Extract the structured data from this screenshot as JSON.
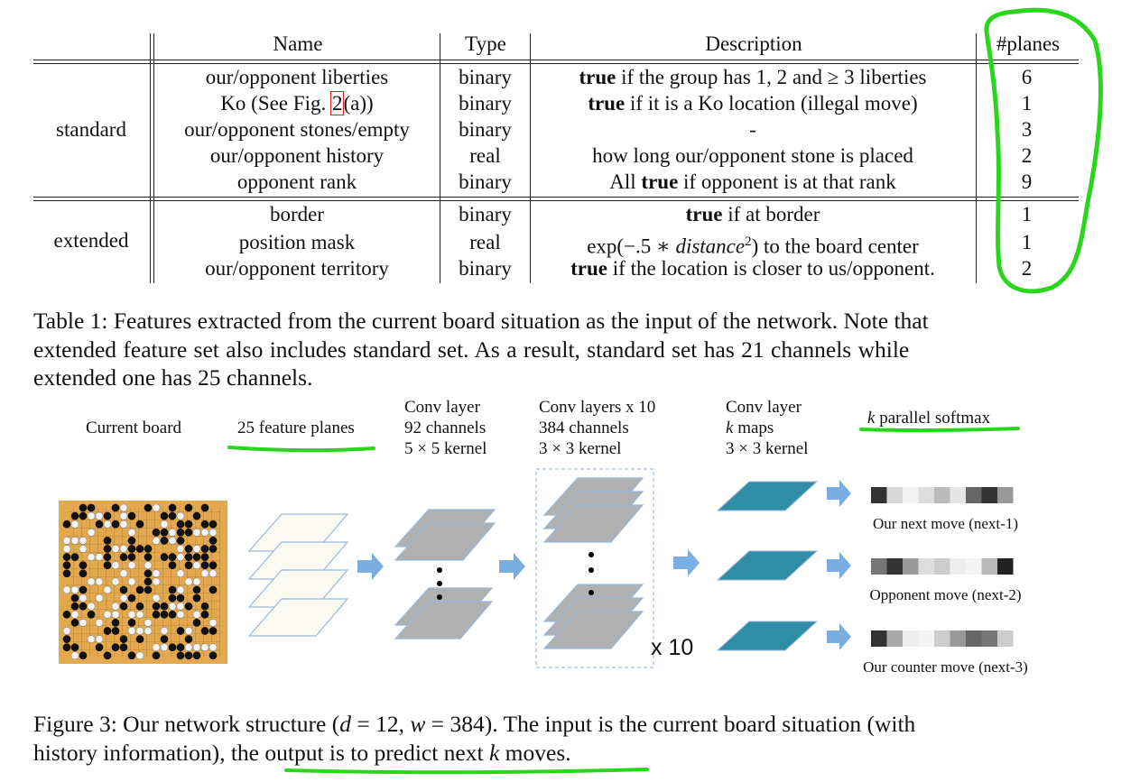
{
  "table": {
    "headers": {
      "name": "Name",
      "type": "Type",
      "description": "Description",
      "planes": "#planes"
    },
    "groups": {
      "standard": "standard",
      "extended": "extended"
    },
    "rows": [
      {
        "name": "our/opponent liberties",
        "type": "binary",
        "desc_bold": "true",
        "desc_rest": " if the group has 1, 2 and ≥ 3 liberties",
        "planes": "6"
      },
      {
        "name_pre": "Ko (See Fig. ",
        "name_ref": "2",
        "name_post": "(a))",
        "type": "binary",
        "desc_bold": "true",
        "desc_rest": " if it is a Ko location (illegal move)",
        "planes": "1"
      },
      {
        "name": "our/opponent stones/empty",
        "type": "binary",
        "desc": "-",
        "planes": "3"
      },
      {
        "name": "our/opponent history",
        "type": "real",
        "desc": "how long our/opponent stone is placed",
        "planes": "2"
      },
      {
        "name": "opponent rank",
        "type": "binary",
        "desc_pre": "All ",
        "desc_bold": "true",
        "desc_rest": " if opponent is at that rank",
        "planes": "9"
      },
      {
        "name": "border",
        "type": "binary",
        "desc_bold": "true",
        "desc_rest": " if at border",
        "planes": "1"
      },
      {
        "name": "position mask",
        "type": "real",
        "desc_math_a": "exp(−.5 ∗ ",
        "desc_math_b": "distance",
        "desc_math_c": "2",
        "desc_rest": ") to the board center",
        "planes": "1"
      },
      {
        "name": "our/opponent territory",
        "type": "binary",
        "desc_bold": "true",
        "desc_rest": " if the location is closer to us/opponent.",
        "planes": "2"
      }
    ]
  },
  "table_caption": {
    "line1": "Table 1: Features extracted from the current board situation as the input of the network. Note that",
    "line2": "extended feature set also includes standard set.  As a result, standard set has 21 channels while",
    "line3": "extended one has 25 channels."
  },
  "figure": {
    "labels": {
      "current_board": "Current board",
      "feature_planes": "25 feature planes",
      "conv1_title": "Conv layer",
      "conv1_channels": "92 channels",
      "conv1_kernel": "5 × 5 kernel",
      "conv10_title": "Conv layers x 10",
      "conv10_channels": "384 channels",
      "conv10_kernel": "3 × 3 kernel",
      "convk_title": "Conv layer",
      "convk_k": "k",
      "convk_maps": " maps",
      "convk_kernel": "3 × 3 kernel",
      "softmax_k": "k",
      "softmax_rest": " parallel softmax",
      "x10": "x 10"
    },
    "outputs": [
      {
        "label": "Our next move (next-1)"
      },
      {
        "label": "Opponent move (next-2)"
      },
      {
        "label": "Our counter move (next-3)"
      }
    ],
    "colors": {
      "plane_fill_light": "#fbfbf3",
      "plane_stroke": "#9bb6d8",
      "plane_gray": "#b0b0b0",
      "teal": "#2f8ea6",
      "arrow": "#7aaee0",
      "board": "#e4a94f",
      "annotation_green": "#2ad61c"
    }
  },
  "figure_caption": {
    "line1_pre": "Figure 3: Our network structure (",
    "line1_d": "d",
    "line1_mid": " = 12, ",
    "line1_w": "w",
    "line1_post": " = 384).  The input is the current board situation (with",
    "line2_pre": "history information), the ",
    "line2_under": "output is to predict next ",
    "line2_k": "k",
    "line2_end": " moves."
  }
}
